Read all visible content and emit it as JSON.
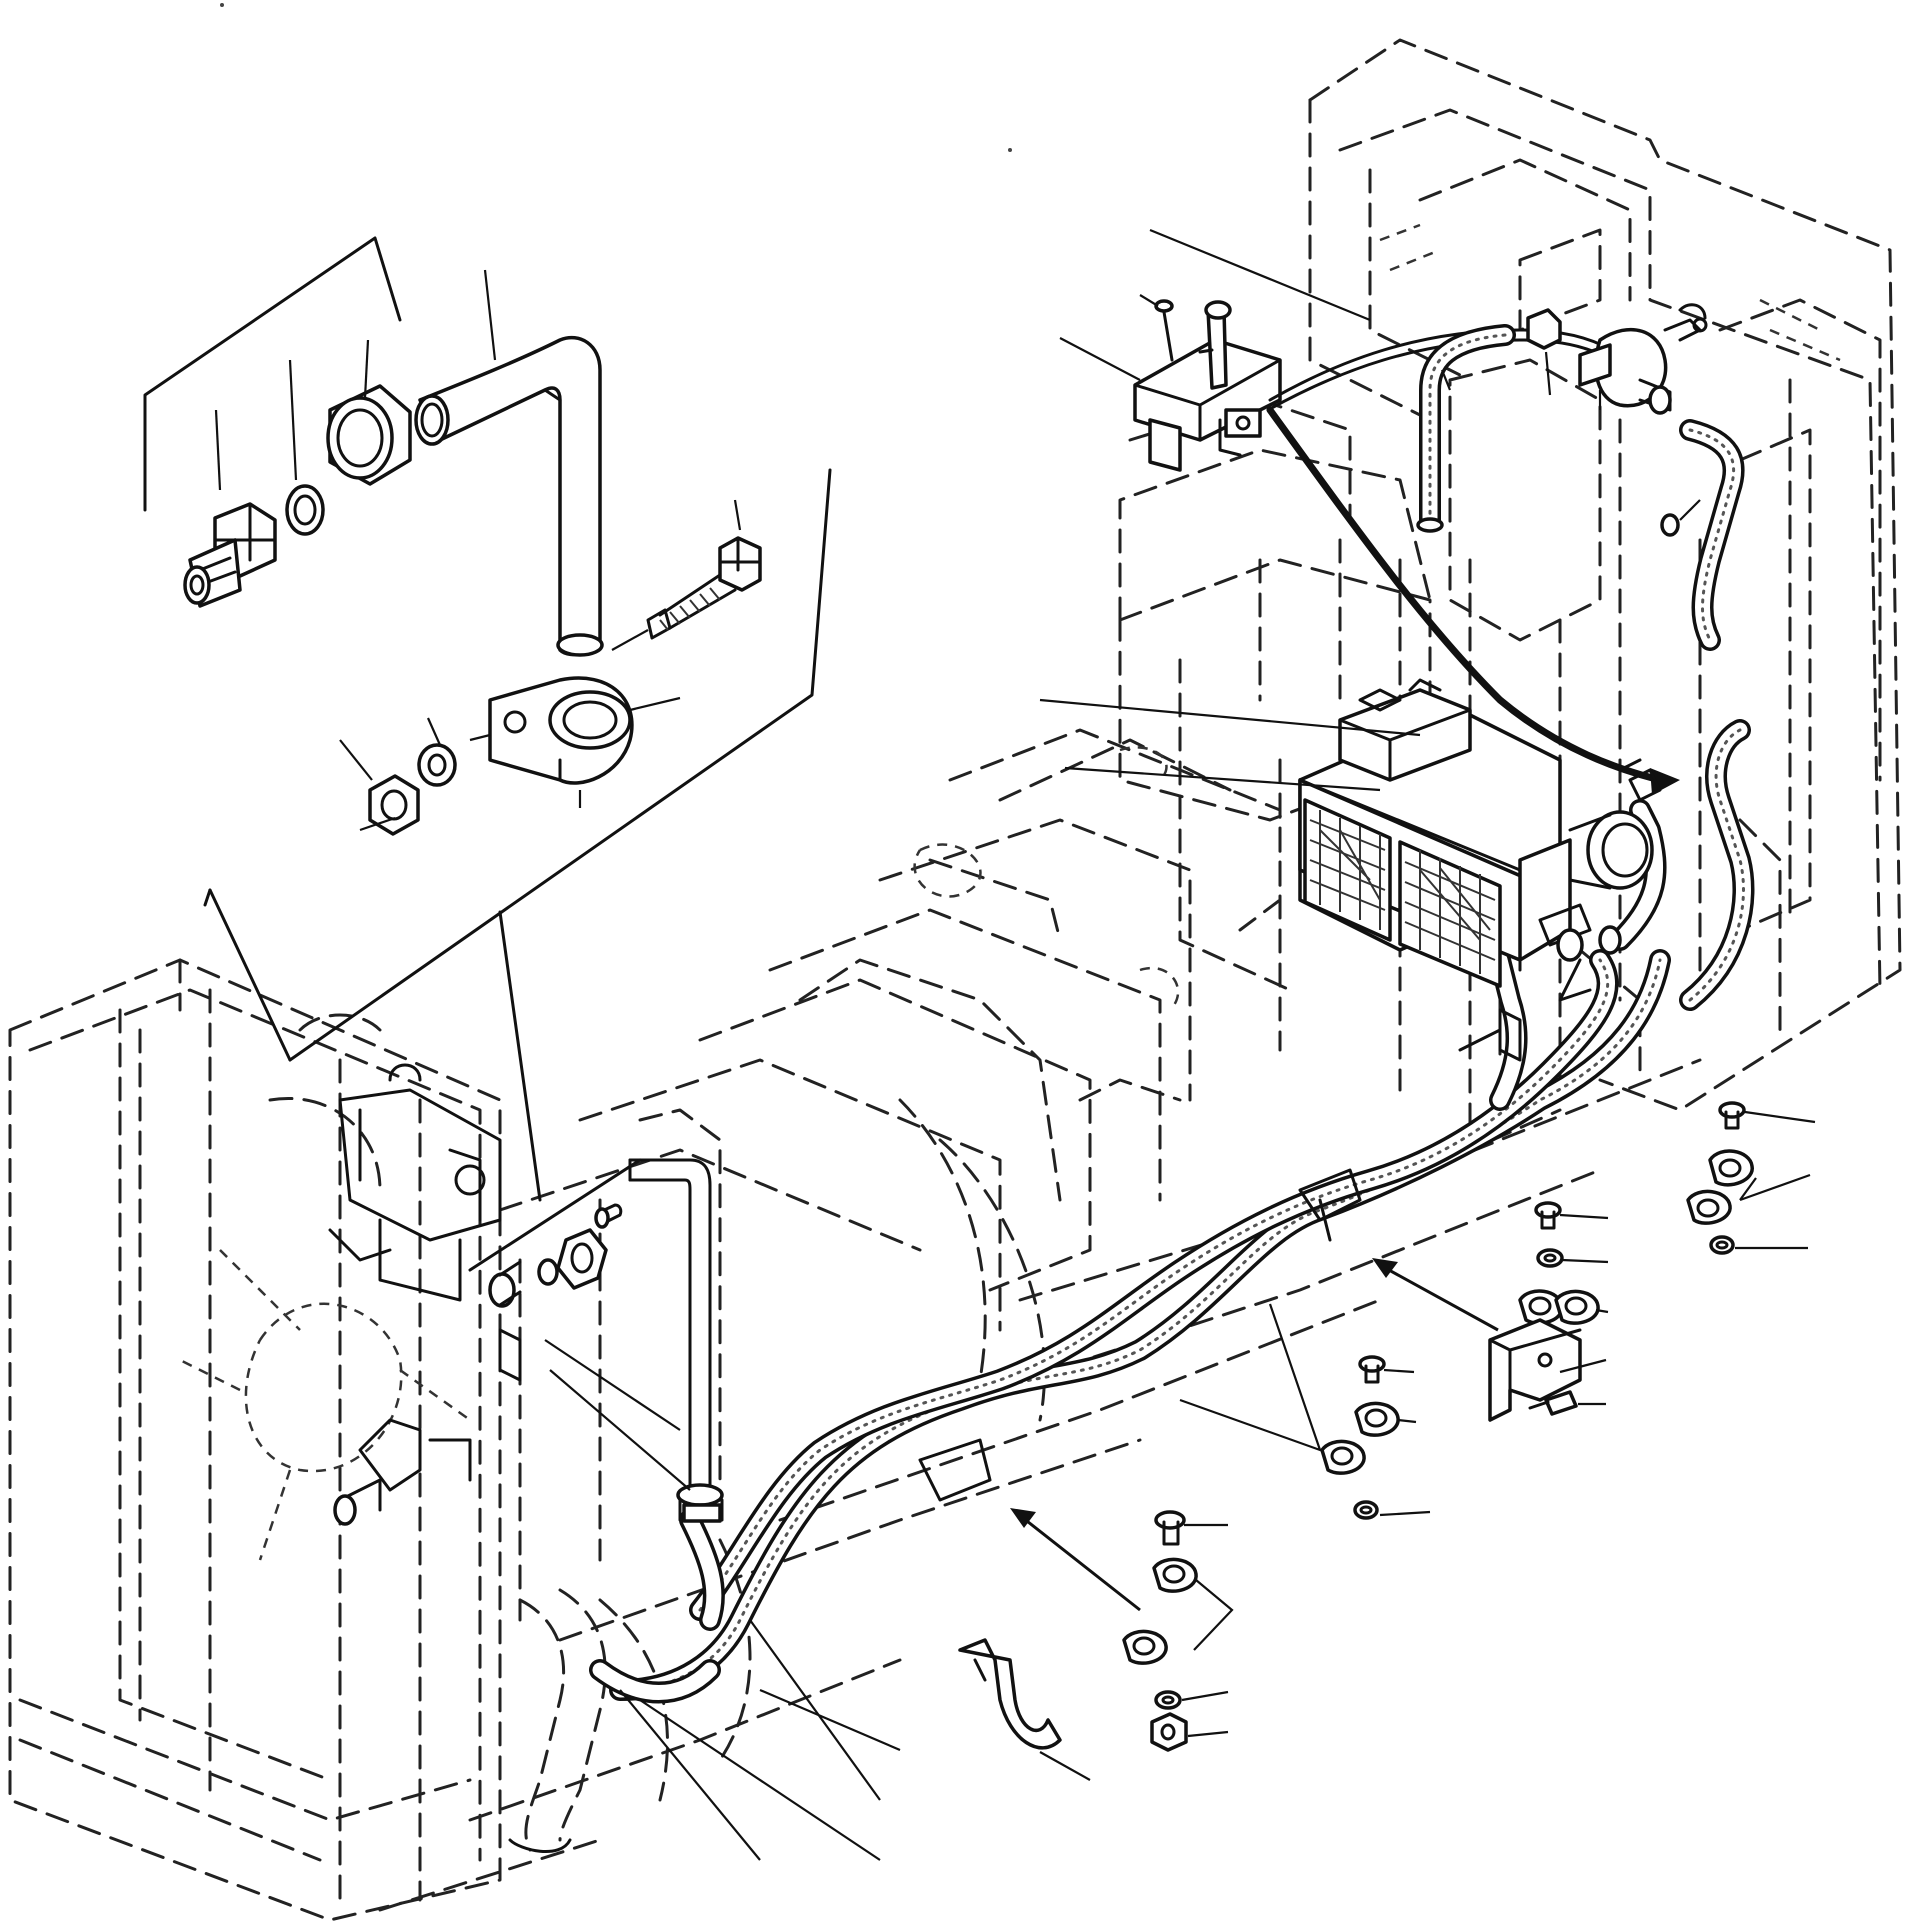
{
  "diagram": {
    "style": "black-and-white isometric exploded parts drawing",
    "line_color": "#111111",
    "background": "#ffffff",
    "components": [
      {
        "name": "detail-inset-fittings",
        "icon": "fitting-exploded-icon"
      },
      {
        "name": "control-lever-bracket",
        "icon": "lever-icon"
      },
      {
        "name": "heater-core-unit",
        "icon": "radiator-core-icon"
      },
      {
        "name": "radiator-frame",
        "icon": "radiator-icon"
      },
      {
        "name": "hose-assembly",
        "icon": "hose-icon"
      },
      {
        "name": "hose-clamp-sets",
        "icon": "clamp-icon"
      },
      {
        "name": "loose-hose-clip",
        "icon": "clip-icon"
      }
    ]
  }
}
